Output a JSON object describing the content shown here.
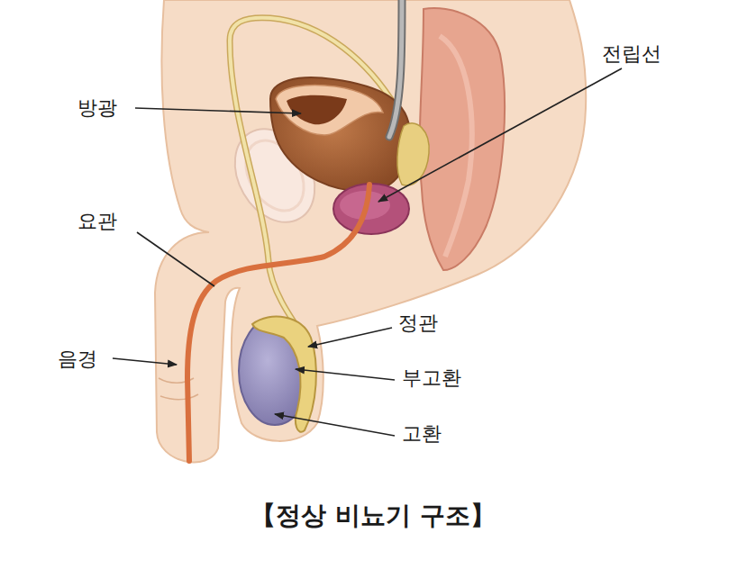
{
  "diagram": {
    "caption": "【정상 비뇨기 구조】",
    "labels": [
      "방광",
      "전립선",
      "요관",
      "음경",
      "정관",
      "부고환",
      "고환"
    ]
  }
}
